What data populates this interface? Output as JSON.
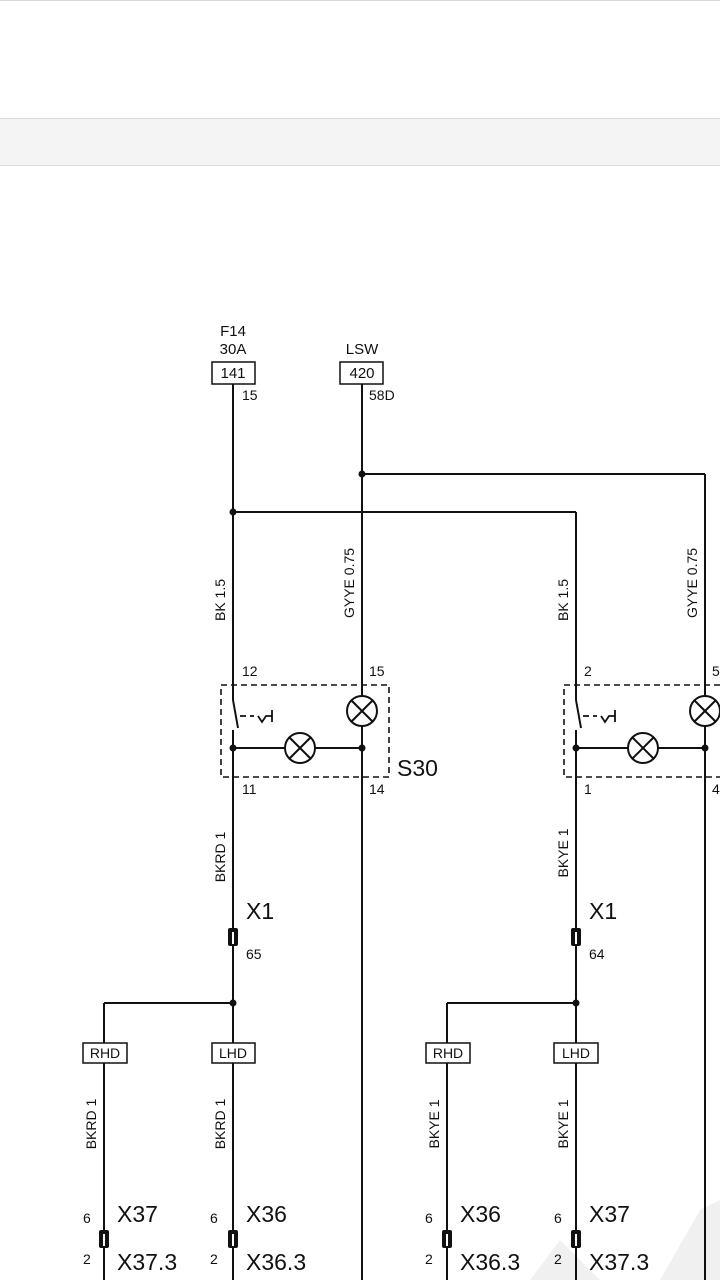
{
  "header": {
    "title": ""
  },
  "diagram": {
    "sources": [
      {
        "name": "F14",
        "rating": "30A",
        "terminal": "141",
        "pin": "15"
      },
      {
        "name": "LSW",
        "terminal": "420",
        "pin": "58D"
      }
    ],
    "wires": {
      "left_feed": "BK 1.5",
      "left_lamp": "GYYE 0.75",
      "right_feed": "BK 1.5",
      "right_lamp": "GYYE 0.75",
      "left_out": "BKRD 1",
      "right_out": "BKYE 1",
      "left_rhd": "BKRD 1",
      "left_lhd": "BKRD 1",
      "right_rhd": "BKYE 1",
      "right_lhd": "BKYE 1"
    },
    "switch_left": {
      "name": "S30",
      "pin_in": "12",
      "pin_lamp_in": "15",
      "pin_out": "11",
      "pin_lamp_out": "14"
    },
    "switch_right": {
      "pin_in": "2",
      "pin_lamp_in": "5",
      "pin_out": "1",
      "pin_lamp_out": "4"
    },
    "connectors": {
      "left_x1": {
        "name": "X1",
        "pin": "65"
      },
      "right_x1": {
        "name": "X1",
        "pin": "64"
      },
      "tags": {
        "rhd": "RHD",
        "lhd": "LHD"
      },
      "bottom": [
        {
          "top_name": "X37",
          "top_pin": "6",
          "bottom_name": "X37.3",
          "bottom_pin": "2"
        },
        {
          "top_name": "X36",
          "top_pin": "6",
          "bottom_name": "X36.3",
          "bottom_pin": "2"
        },
        {
          "top_name": "X36",
          "top_pin": "6",
          "bottom_name": "X36.3",
          "bottom_pin": "2"
        },
        {
          "top_name": "X37",
          "top_pin": "6",
          "bottom_name": "X37.3",
          "bottom_pin": "2"
        }
      ]
    }
  }
}
